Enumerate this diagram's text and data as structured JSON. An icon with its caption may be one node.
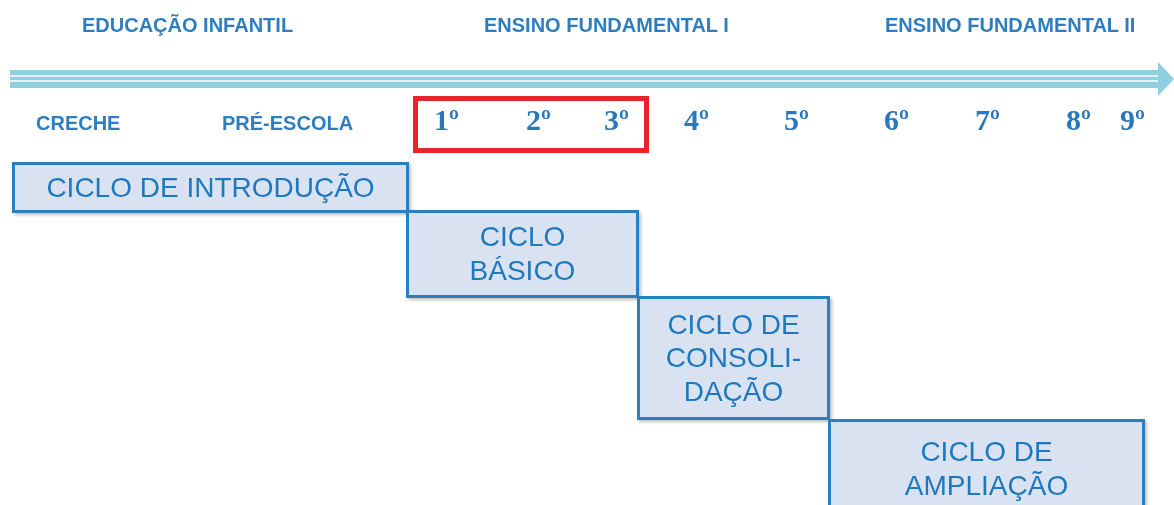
{
  "diagram": {
    "nodes": [
      {
        "text": [
          "1º",
          "2º",
          "3º"
        ]
      },
      {
        "text": [
          "CICLO DE INTRODUÇÃO"
        ]
      },
      {
        "text": [
          "CICLO BÁSICO"
        ]
      },
      {
        "text": [
          "CICLO DE CONSOLI- DAÇÃO"
        ]
      },
      {
        "text": [
          "CICLO DE AMPLIAÇÃO"
        ]
      }
    ],
    "labels": [
      "EDUCAÇÃO INFANTIL",
      "ENSINO FUNDAMENTAL I",
      "ENSINO FUNDAMENTAL II",
      "CRECHE",
      "PRÉ-ESCOLA",
      "4º",
      "5º",
      "6º",
      "7º",
      "8º",
      "9º"
    ]
  }
}
